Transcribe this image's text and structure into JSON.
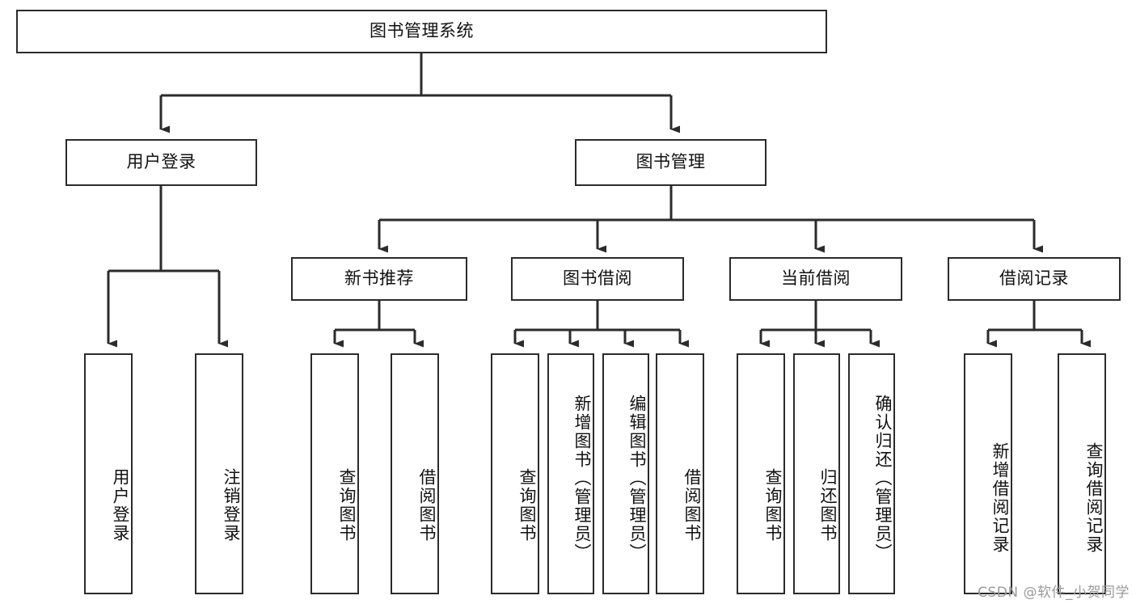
{
  "diagram": {
    "type": "hierarchy-tree",
    "title": "图书管理系统",
    "watermark": "CSDN @软件_小贺同学",
    "colors": {
      "box_border": "#2b2b2b",
      "box_fill": "#ffffff",
      "connector": "#2b2b2b",
      "background": "#ffffff",
      "watermark": "#9a9a9a"
    },
    "root": {
      "label": "图书管理系统"
    },
    "level1": [
      {
        "label": "用户登录"
      },
      {
        "label": "图书管理"
      }
    ],
    "level2": [
      {
        "label": "新书推荐"
      },
      {
        "label": "图书借阅"
      },
      {
        "label": "当前借阅"
      },
      {
        "label": "借阅记录"
      }
    ],
    "leaves": {
      "user_login": [
        {
          "label": "用户登录"
        },
        {
          "label": "注销登录"
        }
      ],
      "new_book_recommend": [
        {
          "label": "查询图书"
        },
        {
          "label": "借阅图书"
        }
      ],
      "book_borrow": [
        {
          "label": "查询图书"
        },
        {
          "label": "新增图书（管理员）"
        },
        {
          "label": "编辑图书（管理员）"
        },
        {
          "label": "借阅图书"
        }
      ],
      "current_borrow": [
        {
          "label": "查询图书"
        },
        {
          "label": "归还图书"
        },
        {
          "label": "确认归还（管理员）"
        }
      ],
      "borrow_record": [
        {
          "label": "新增借阅记录"
        },
        {
          "label": "查询借阅记录"
        }
      ]
    }
  }
}
